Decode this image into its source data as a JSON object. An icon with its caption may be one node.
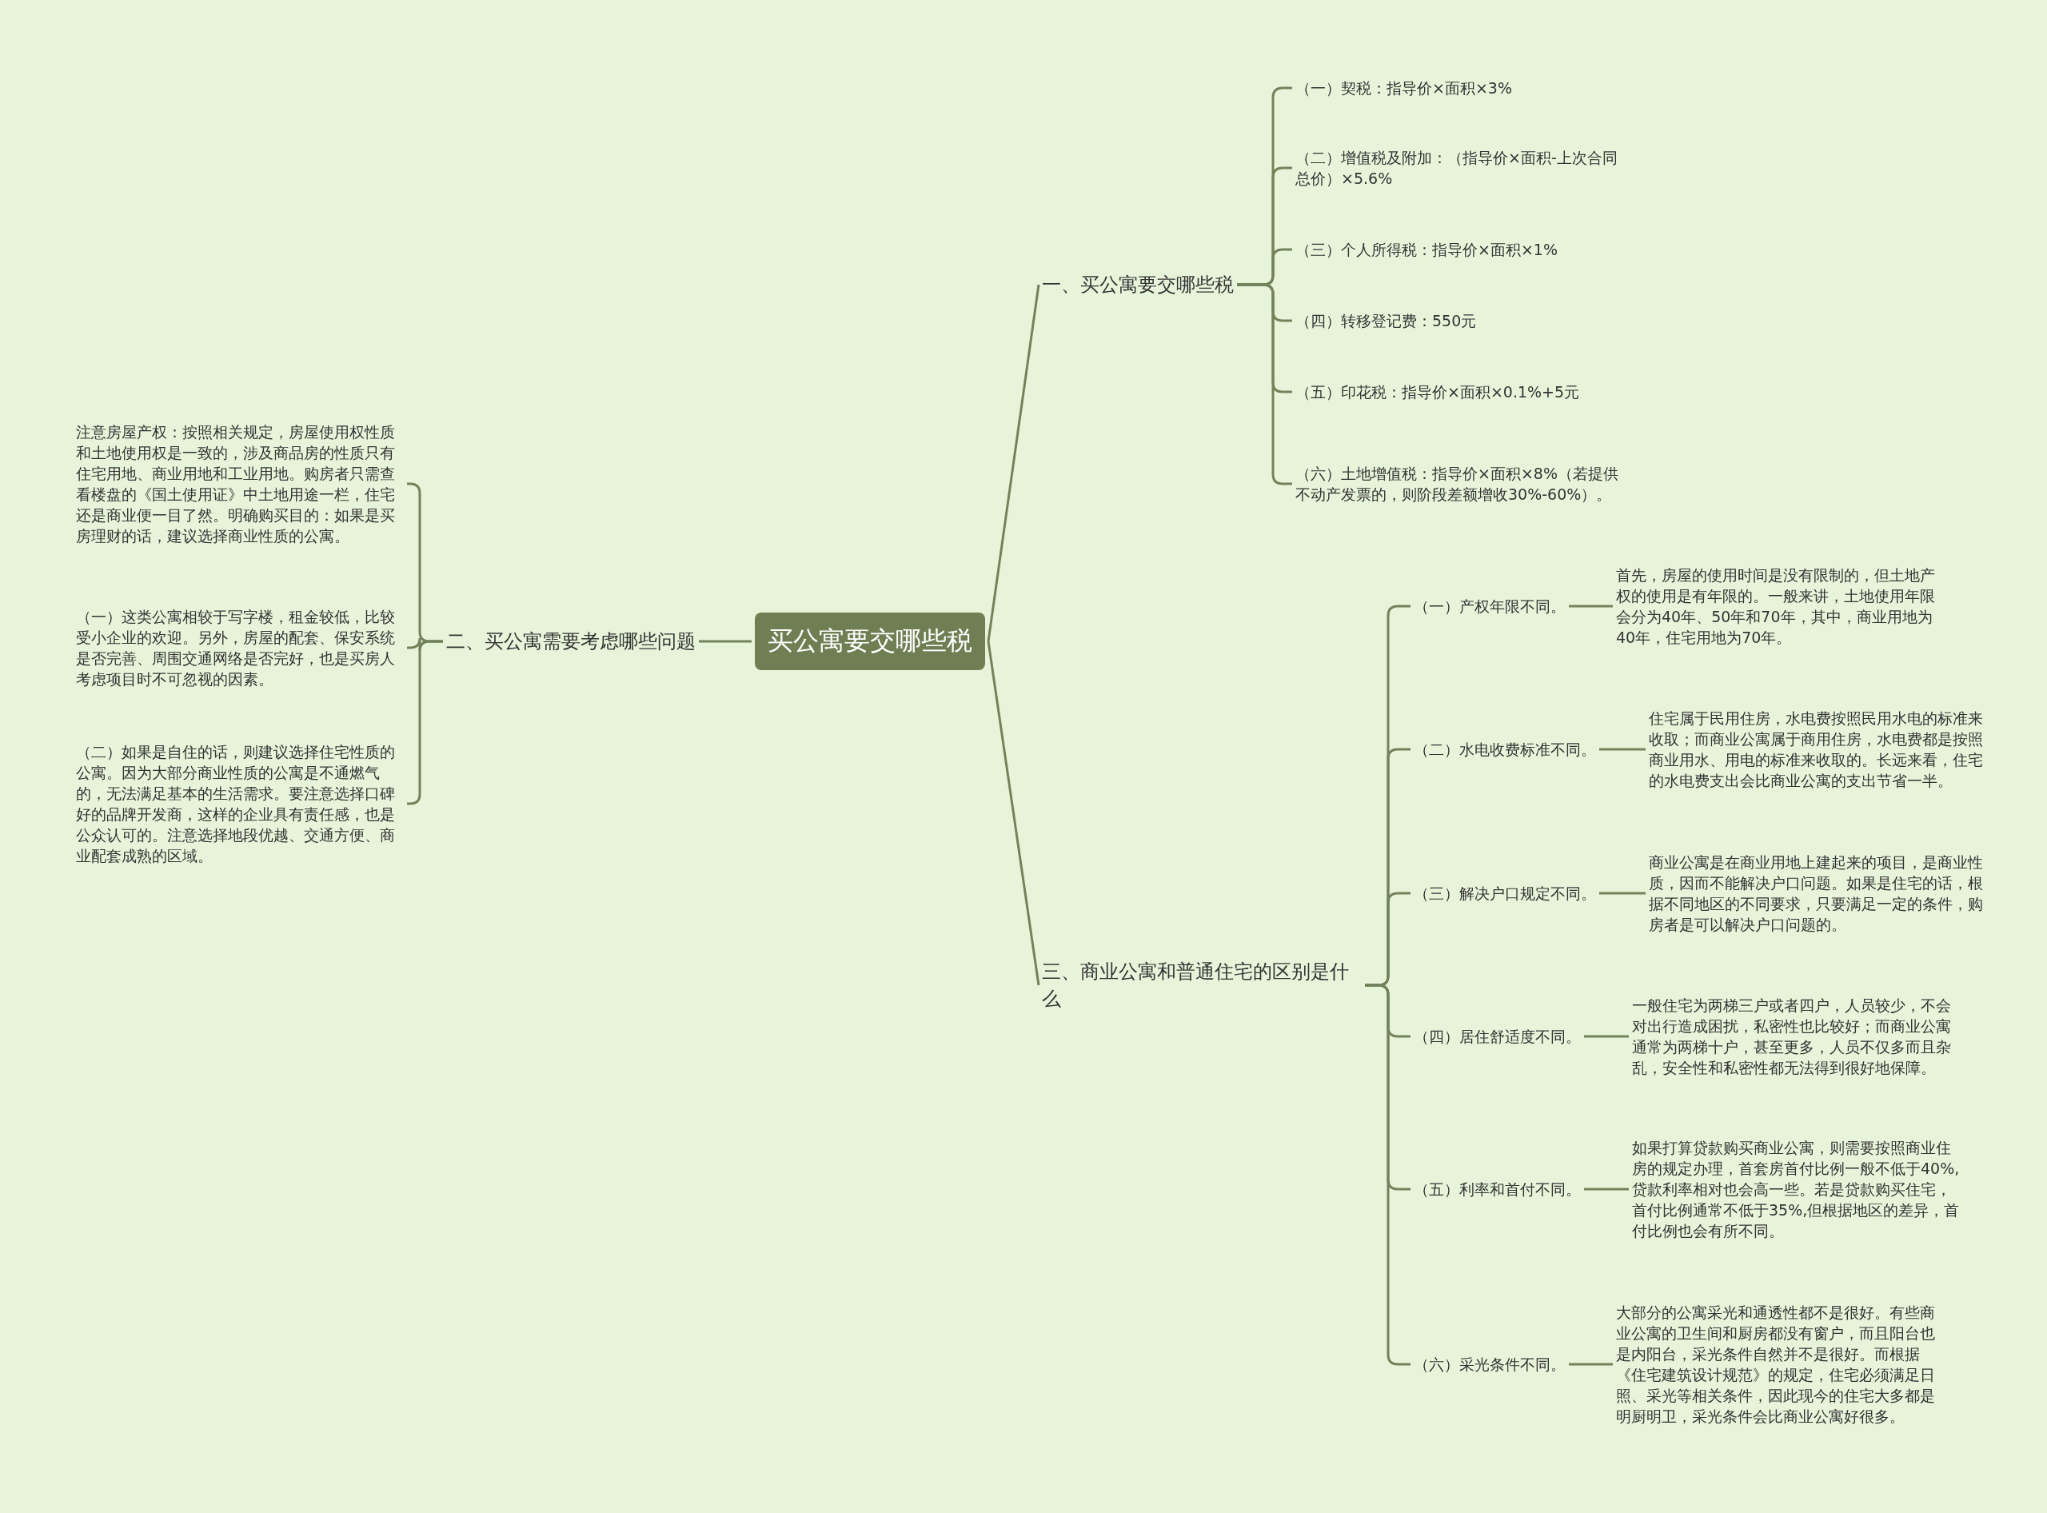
{
  "diagram": {
    "nodes": [
      {
        "text": [
          "买公寓要交哪些税"
        ]
      },
      {
        "text": [
          "一、买公寓要交哪些税"
        ]
      },
      {
        "text": [
          "（一）契税：指导价×面积×3%"
        ]
      },
      {
        "text": [
          "（二）增值税及附加：（指导价×面积-上次合同总价）×5.6%"
        ]
      },
      {
        "text": [
          "（三）个人所得税：指导价×面积×1%"
        ]
      },
      {
        "text": [
          "（四）转移登记费：550元"
        ]
      },
      {
        "text": [
          "（五）印花税：指导价×面积×0.1%+5元"
        ]
      },
      {
        "text": [
          "（六）土地增值税：指导价×面积×8%（若提供不动产发票的，则阶段差额增收30%-60%）。"
        ]
      },
      {
        "text": [
          "二、买公寓需要考虑哪些问题"
        ]
      },
      {
        "text": [
          "注意房屋产权：按照相关规定，房屋使用权性质和土地使用权是一致的，涉及商品房的性质只有住宅用地、商业用地和工业用地。购房者只需查看楼盘的《国土使用证》中土地用途一栏，住宅还是商业便一目了然。明确购买目的：如果是买房理财的话，建议选择商业性质的公寓。"
        ]
      },
      {
        "text": [
          "（一）这类公寓相较于写字楼，租金较低，比较受小企业的欢迎。另外，房屋的配套、保安系统是否完善、周围交通网络是否完好，也是买房人考虑项目时不可忽视的因素。"
        ]
      },
      {
        "text": [
          "（二）如果是自住的话，则建议选择住宅性质的公寓。因为大部分商业性质的公寓是不通燃气的，无法满足基本的生活需求。要注意选择口碑好的品牌开发商，这样的企业具有责任感，也是公众认可的。注意选择地段优越、交通方便、商业配套成熟的区域。"
        ]
      },
      {
        "text": [
          "三、商业公寓和普通住宅的区别是什么"
        ]
      },
      {
        "text": [
          "（一）产权年限不同。"
        ]
      },
      {
        "text": [
          "首先，房屋的使用时间是没有限制的，但土地产权的使用是有年限的。一般来讲，土地使用年限会分为40年、50年和70年，其中，商业用地为40年，住宅用地为70年。"
        ]
      },
      {
        "text": [
          "（二）水电收费标准不同。"
        ]
      },
      {
        "text": [
          "住宅属于民用住房，水电费按照民用水电的标准来收取；而商业公寓属于商用住房，水电费都是按照商业用水、用电的标准来收取的。长远来看，住宅的水电费支出会比商业公寓的支出节省一半。"
        ]
      },
      {
        "text": [
          "（三）解决户口规定不同。"
        ]
      },
      {
        "text": [
          "商业公寓是在商业用地上建起来的项目，是商业性质，因而不能解决户口问题。如果是住宅的话，根据不同地区的不同要求，只要满足一定的条件，购房者是可以解决户口问题的。"
        ]
      },
      {
        "text": [
          "（四）居住舒适度不同。"
        ]
      },
      {
        "text": [
          "一般住宅为两梯三户或者四户，人员较少，不会对出行造成困扰，私密性也比较好；而商业公寓通常为两梯十户，甚至更多，人员不仅多而且杂乱，安全性和私密性都无法得到很好地保障。"
        ]
      },
      {
        "text": [
          "（五）利率和首付不同。"
        ]
      },
      {
        "text": [
          "如果打算贷款购买商业公寓，则需要按照商业住房的规定办理，首套房首付比例一般不低于40%,贷款利率相对也会高一些。若是贷款购买住宅，首付比例通常不低于35%,但根据地区的差异，首付比例也会有所不同。"
        ]
      },
      {
        "text": [
          "（六）采光条件不同。"
        ]
      },
      {
        "text": [
          "大部分的公寓采光和通透性都不是很好。有些商业公寓的卫生间和厨房都没有窗户，而且阳台也是内阳台，采光条件自然并不是很好。而根据《住宅建筑设计规范》的规定，住宅必须满足日照、采光等相关条件，因此现今的住宅大多都是明厨明卫，采光条件会比商业公寓好很多。"
        ]
      }
    ],
    "edges": [
      {
        "from": 0,
        "to": 1,
        "arrow": "none"
      },
      {
        "from": 1,
        "to": 2,
        "arrow": "none"
      },
      {
        "from": 1,
        "to": 3,
        "arrow": "none"
      },
      {
        "from": 1,
        "to": 4,
        "arrow": "none"
      },
      {
        "from": 1,
        "to": 5,
        "arrow": "none"
      },
      {
        "from": 1,
        "to": 6,
        "arrow": "none"
      },
      {
        "from": 1,
        "to": 7,
        "arrow": "none"
      },
      {
        "from": 0,
        "to": 8,
        "arrow": "none"
      },
      {
        "from": 8,
        "to": 9,
        "arrow": "none"
      },
      {
        "from": 8,
        "to": 10,
        "arrow": "none"
      },
      {
        "from": 8,
        "to": 11,
        "arrow": "none"
      },
      {
        "from": 0,
        "to": 12,
        "arrow": "none"
      },
      {
        "from": 12,
        "to": 13,
        "arrow": "none"
      },
      {
        "from": 13,
        "to": 14,
        "arrow": "none"
      },
      {
        "from": 12,
        "to": 15,
        "arrow": "none"
      },
      {
        "from": 15,
        "to": 16,
        "arrow": "none"
      },
      {
        "from": 12,
        "to": 17,
        "arrow": "none"
      },
      {
        "from": 17,
        "to": 18,
        "arrow": "none"
      },
      {
        "from": 12,
        "to": 19,
        "arrow": "none"
      },
      {
        "from": 19,
        "to": 20,
        "arrow": "none"
      },
      {
        "from": 12,
        "to": 21,
        "arrow": "none"
      },
      {
        "from": 21,
        "to": 22,
        "arrow": "none"
      },
      {
        "from": 12,
        "to": 23,
        "arrow": "none"
      },
      {
        "from": 23,
        "to": 24,
        "arrow": "none"
      }
    ]
  }
}
